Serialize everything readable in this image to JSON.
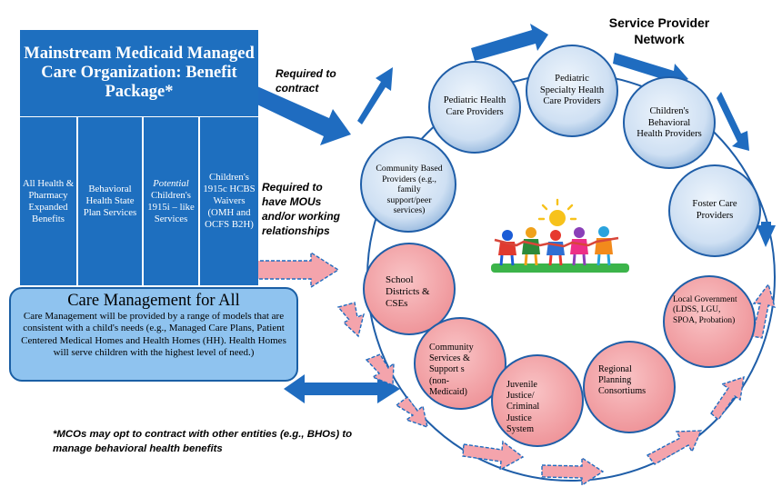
{
  "mco": {
    "title": "Mainstream Medicaid Managed Care Organization: Benefit Package*",
    "col1": "All Health & Pharmacy Expanded Benefits",
    "col2": "Behavioral Health State Plan Services",
    "col3_italic": "Potential",
    "col3_rest": "Children's 1915i – like Services",
    "col4": "Children's 1915c HCBS Waivers (OMH and OCFS B2H)"
  },
  "care": {
    "title": "Care Management for All",
    "body": "Care Management will be provided by a range of models that are consistent with a child's needs (e.g., Managed Care Plans, Patient Centered Medical Homes and Health Homes (HH).  Health Homes will serve children with the highest level of need.)"
  },
  "labels": {
    "required_contract": "Required to contract",
    "required_mous": "Required to have MOUs and/or working relationships",
    "footnote": "*MCOs may opt to contract with  other entities (e.g., BHOs) to manage behavioral health benefits",
    "network_title": "Service Provider Network"
  },
  "providers": {
    "pediatric": "Pediatric Health Care Providers",
    "specialty": "Pediatric Specialty Health Care Providers",
    "behavioral": "Children's Behavioral Health Providers",
    "community": "Community Based Providers (e.g., family support/peer services)",
    "foster": "Foster Care Providers"
  },
  "partners": {
    "school": "School Districts & CSEs",
    "community_services": "Community Services & Support s (non-Medicaid)",
    "juvenile": "Juvenile Justice/ Criminal Justice System",
    "regional": "Regional Planning Consortiums",
    "local_gov": "Local Government (LDSS, LGU, SPOA, Probation)"
  },
  "colors": {
    "mco_blue": "#1e6fbf",
    "care_blue": "#8fc3ef",
    "provider_fill": "#cfe0f3",
    "partner_fill": "#f4a9ad",
    "arrow_blue": "#1f6cc0"
  },
  "icons": [
    "children-holding-hands-icon",
    "sun-icon"
  ]
}
